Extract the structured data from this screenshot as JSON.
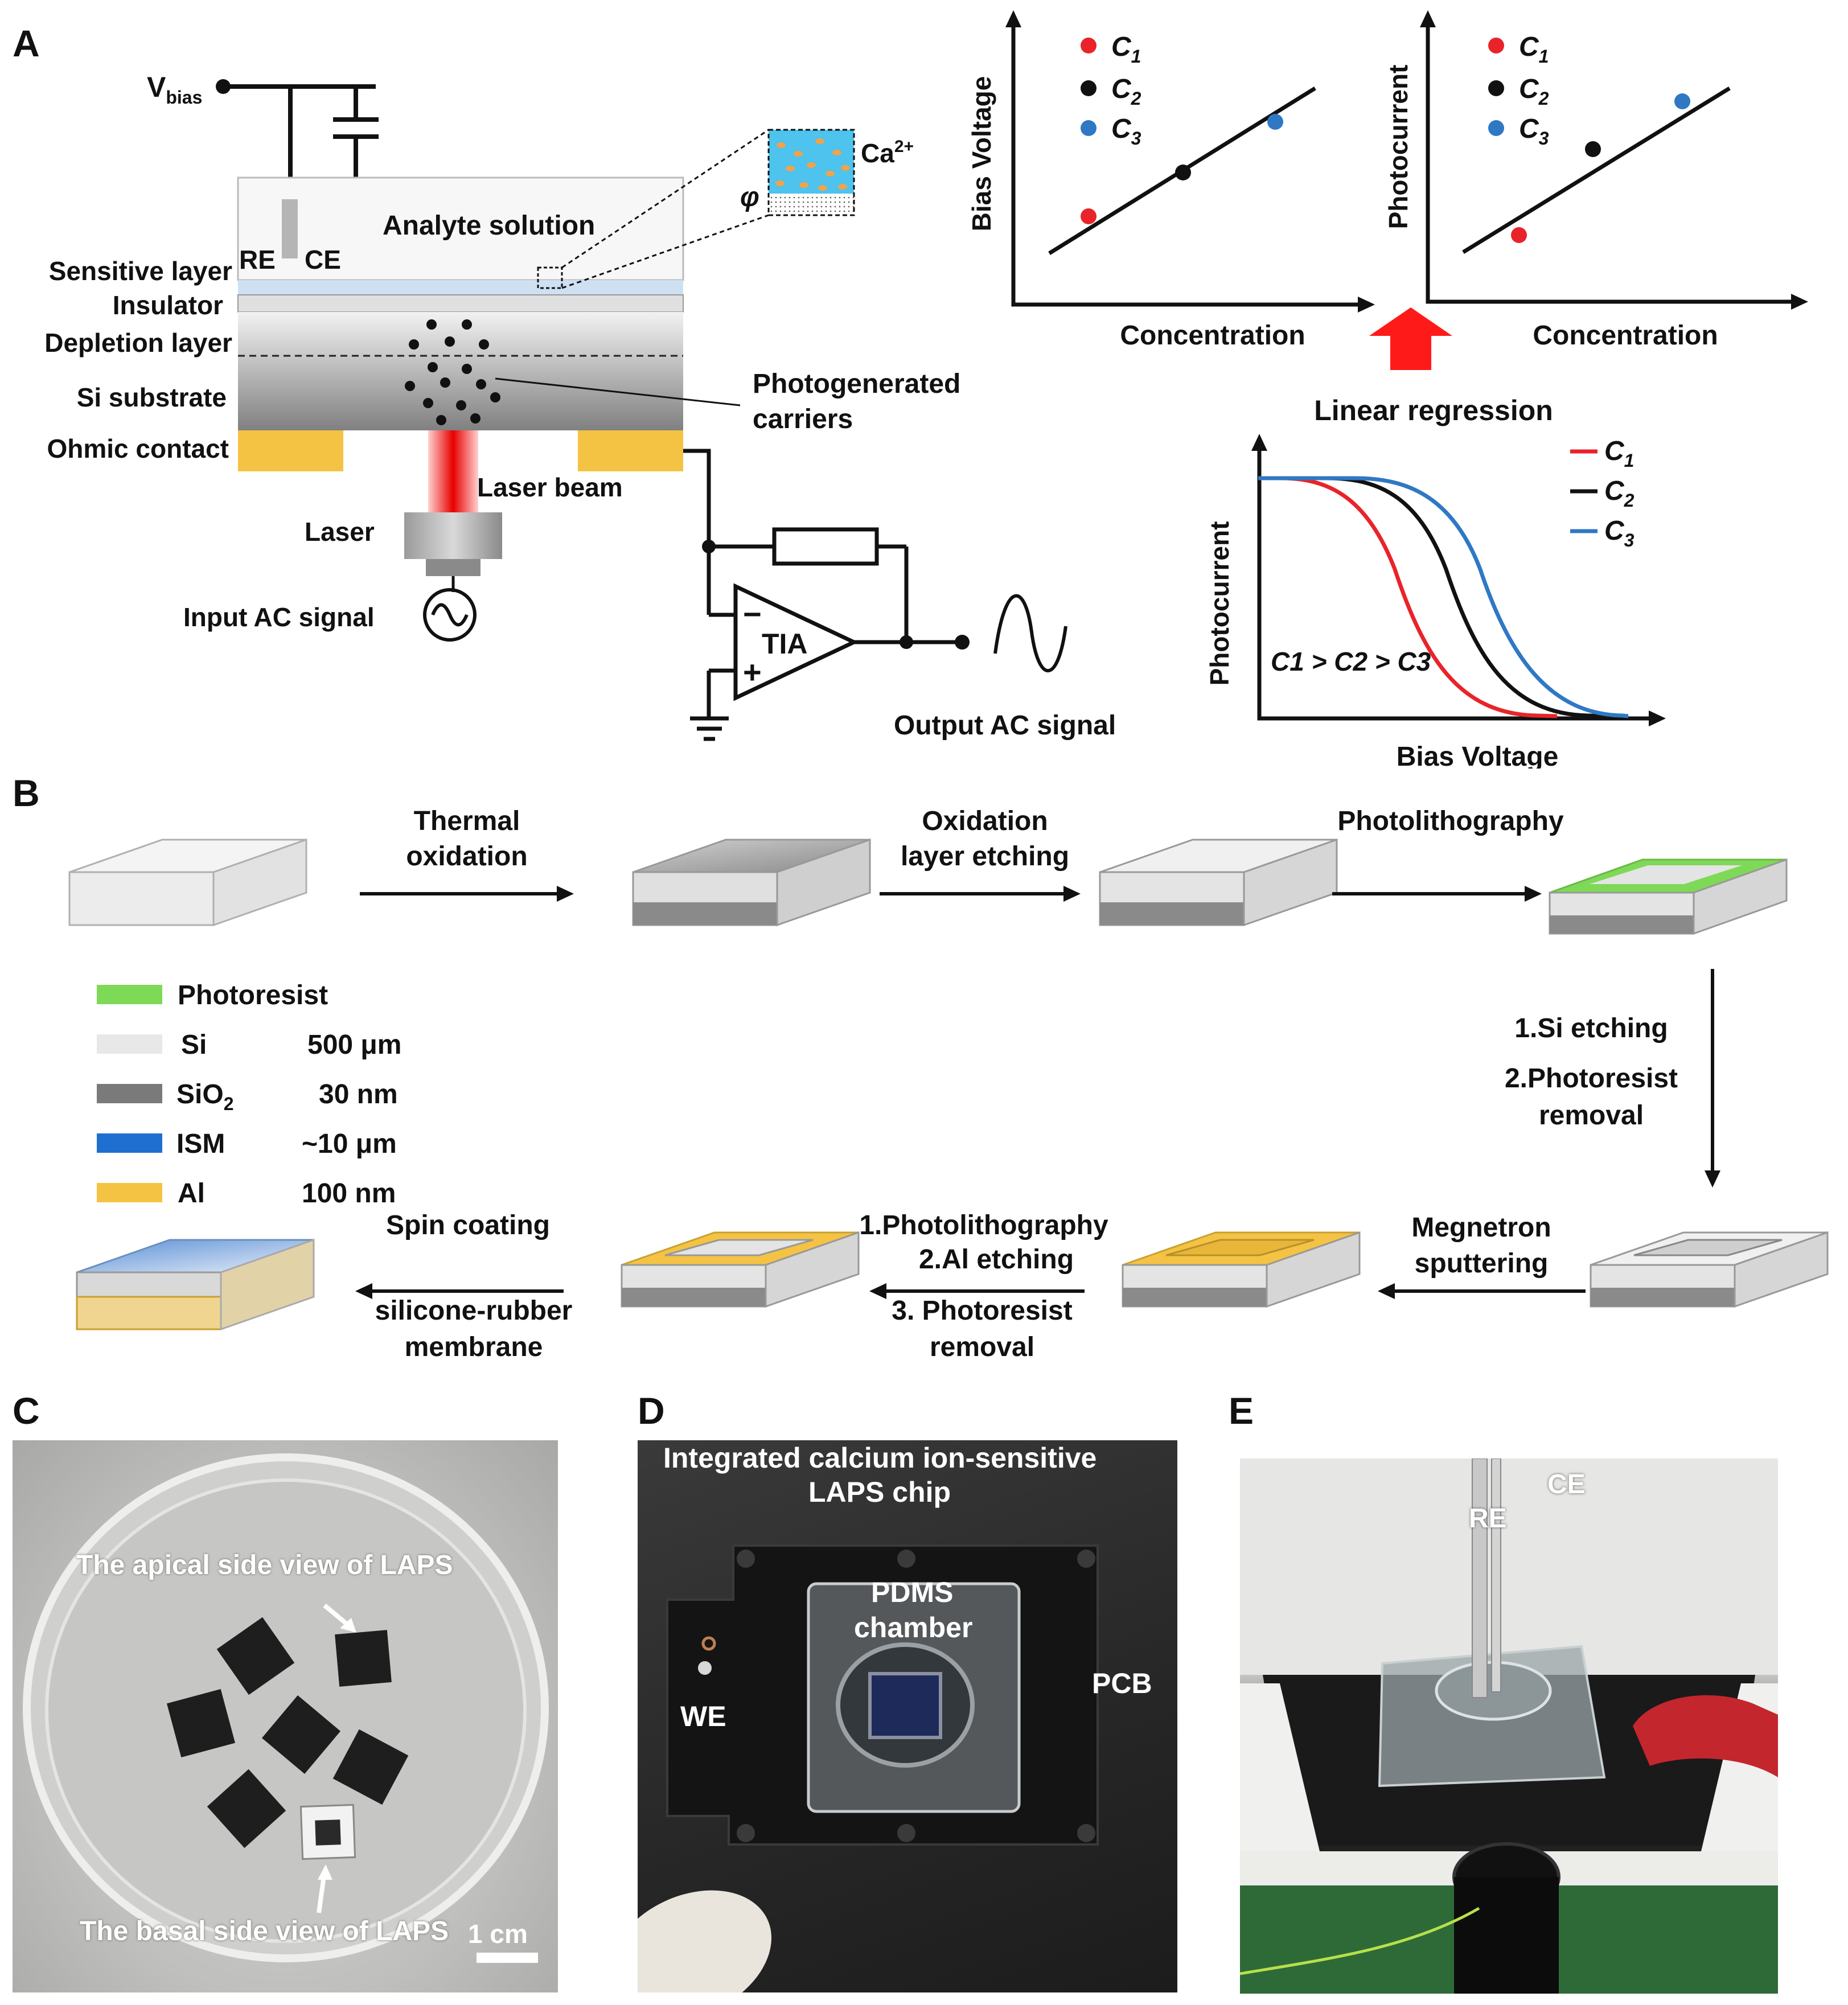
{
  "panels": {
    "a": "A",
    "b": "B",
    "c": "C",
    "d": "D",
    "e": "E"
  },
  "panelA": {
    "vbias": "V",
    "vbias_sub": "bias",
    "re": "RE",
    "ce": "CE",
    "analyte": "Analyte solution",
    "ca": "Ca",
    "ca_sup": "2+",
    "phi": "φ",
    "layers": [
      "Sensitive layer",
      "Insulator",
      "Depletion layer",
      "Si substrate",
      "Ohmic contact"
    ],
    "photo_carriers_1": "Photogenerated",
    "photo_carriers_2": "carriers",
    "laser_beam": "Laser beam",
    "laser": "Laser",
    "input_ac": "Input AC signal",
    "tia": "TIA",
    "minus": "−",
    "plus": "+",
    "output_ac": "Output AC signal",
    "plot1": {
      "ylabel": "Bias Voltage",
      "xlabel": "Concentration"
    },
    "plot2": {
      "ylabel": "Photocurrent",
      "xlabel": "Concentration"
    },
    "plot3": {
      "ylabel": "Photocurrent",
      "xlabel": "Bias Voltage",
      "relation": "C1 > C2 > C3"
    },
    "legend": [
      {
        "name": "C",
        "sub": "1",
        "color": "#e8242a"
      },
      {
        "name": "C",
        "sub": "2",
        "color": "#111111"
      },
      {
        "name": "C",
        "sub": "3",
        "color": "#2f78c4"
      }
    ],
    "linear_regression": "Linear regression",
    "arrow_color": "#ff1a1a"
  },
  "panelB": {
    "step1": [
      "Thermal",
      "oxidation"
    ],
    "step2": [
      "Oxidation",
      "layer etching"
    ],
    "step3": "Photolithography",
    "step4": [
      "1.Si etching",
      "2.Photoresist",
      "removal"
    ],
    "step5": [
      "Megnetron",
      "sputtering"
    ],
    "step6": [
      "1.Photolithography",
      "2.Al etching",
      "3. Photoresist",
      "removal"
    ],
    "step7": [
      "Spin coating",
      "silicone-rubber",
      "membrane"
    ],
    "legend": [
      {
        "name": "Photoresist",
        "value": "",
        "color": "#7ed957"
      },
      {
        "name": "Si",
        "value": "500 μm",
        "color": "#e8e8e8"
      },
      {
        "name": "SiO",
        "sub": "2",
        "value": "30 nm",
        "color": "#7a7a7a"
      },
      {
        "name": "ISM",
        "value": "~10 μm",
        "color": "#1f6fd0"
      },
      {
        "name": "Al",
        "value": "100 nm",
        "color": "#f5c343"
      }
    ]
  },
  "panelC": {
    "apical": "The apical side view of LAPS",
    "basal": "The basal side view of LAPS",
    "scale": "1 cm"
  },
  "panelD": {
    "title1": "Integrated calcium ion-sensitive",
    "title2": "LAPS chip",
    "pdms1": "PDMS",
    "pdms2": "chamber",
    "pcb": "PCB",
    "we": "WE"
  },
  "panelE": {
    "re": "RE",
    "ce": "CE"
  }
}
